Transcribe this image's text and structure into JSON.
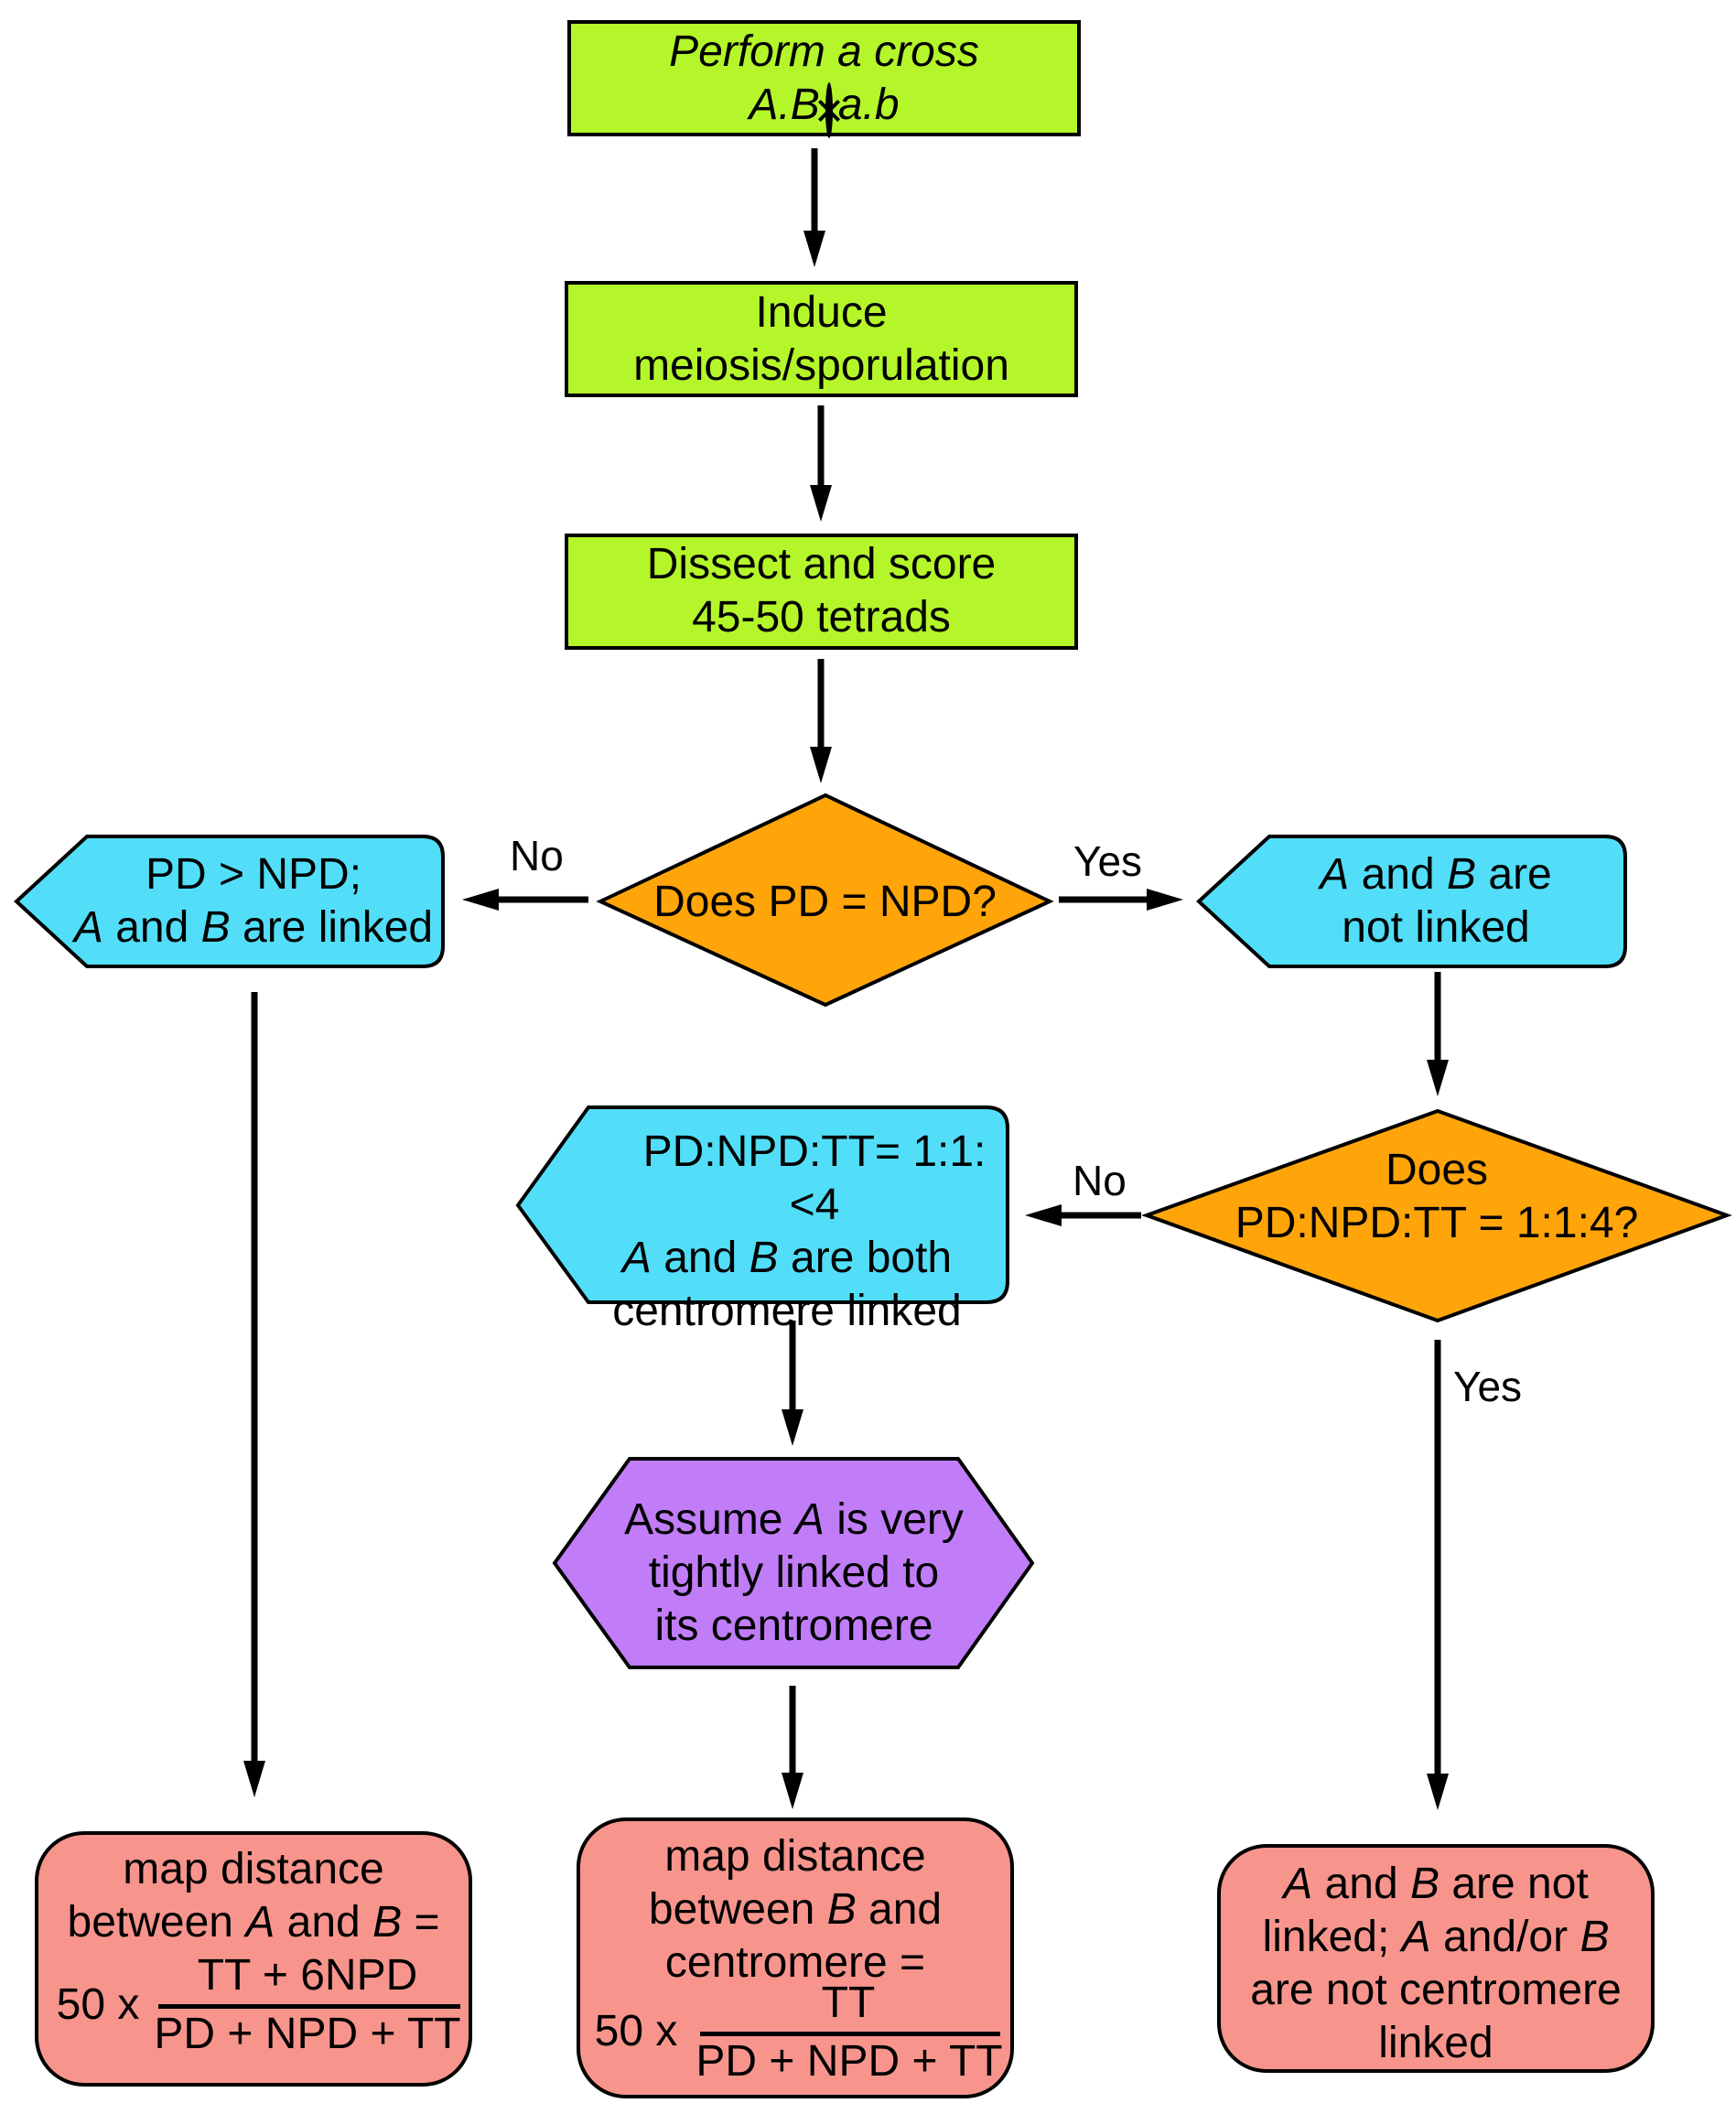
{
  "colors": {
    "step_box": "#b4f62a",
    "decision": "#ffa50a",
    "outcome": "#52def8",
    "assumption": "#c17df7",
    "result": "#f7958d"
  },
  "steps": {
    "cross_title": "Perform a cross",
    "cross_left": "A.B",
    "cross_right": "a.b",
    "induce": [
      "Induce",
      "meiosis/sporulation"
    ],
    "dissect": [
      "Dissect and score",
      "45-50 tetrads"
    ]
  },
  "decision1": {
    "question": "Does PD = NPD?",
    "no_label": "No",
    "yes_label": "Yes"
  },
  "linked": {
    "line1": "PD > NPD;",
    "line2_a": "A",
    "line2_mid": " and ",
    "line2_b": "B",
    "line2_end": " are linked"
  },
  "not_linked": {
    "line1_a": "A",
    "line1_mid": " and ",
    "line1_b": "B",
    "line1_end": " are",
    "line2": "not linked"
  },
  "decision2": {
    "line1": "Does",
    "line2": "PD:NPD:TT = 1:1:4?",
    "no_label": "No",
    "yes_label": "Yes"
  },
  "centromere_linked": {
    "line1": "PD:NPD:TT= 1:1:<4",
    "line2_a": "A",
    "line2_mid": " and ",
    "line2_b": "B",
    "line2_end": " are both",
    "line3": "centromere linked"
  },
  "assume": {
    "line1_pre": "Assume ",
    "line1_a": "A",
    "line1_end": " is very",
    "line2": "tightly linked to",
    "line3": "its centromere"
  },
  "result_left": {
    "line1": "map distance",
    "line2_pre": "between ",
    "line2_a": "A",
    "line2_mid": " and ",
    "line2_b": "B",
    "line2_end": " =",
    "factor": "50 x",
    "numerator": "TT + 6NPD",
    "denominator": "PD + NPD + TT"
  },
  "result_mid": {
    "line1": "map distance",
    "line2_pre": "between ",
    "line2_b": "B",
    "line2_end": " and",
    "line3": "centromere =",
    "factor": "50 x",
    "numerator": "TT",
    "denominator": "PD + NPD + TT"
  },
  "result_right": {
    "line1_a": "A",
    "line1_mid": " and ",
    "line1_b": "B",
    "line1_end": " are not",
    "line2_pre": "linked; ",
    "line2_a": "A",
    "line2_mid": " and/or ",
    "line2_b": "B",
    "line3": "are not centromere",
    "line4": "linked"
  }
}
